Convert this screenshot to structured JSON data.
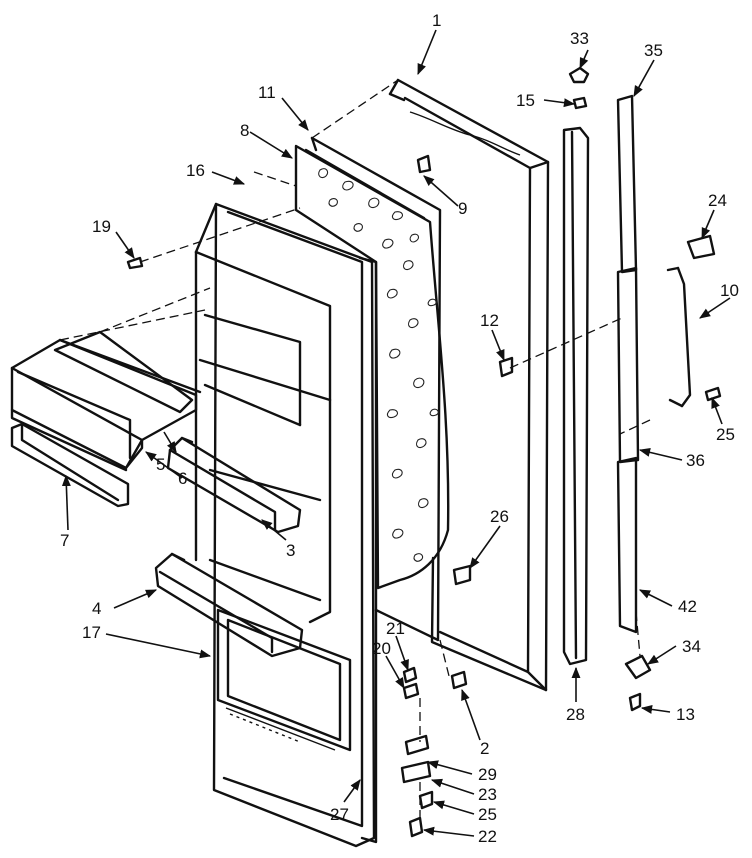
{
  "callouts": [
    {
      "id": "c1",
      "label": "1"
    },
    {
      "id": "c2",
      "label": "2"
    },
    {
      "id": "c3",
      "label": "3"
    },
    {
      "id": "c4",
      "label": "4"
    },
    {
      "id": "c5",
      "label": "5"
    },
    {
      "id": "c6",
      "label": "6"
    },
    {
      "id": "c7",
      "label": "7"
    },
    {
      "id": "c8",
      "label": "8"
    },
    {
      "id": "c9",
      "label": "9"
    },
    {
      "id": "c10",
      "label": "10"
    },
    {
      "id": "c11",
      "label": "11"
    },
    {
      "id": "c12",
      "label": "12"
    },
    {
      "id": "c13",
      "label": "13"
    },
    {
      "id": "c15",
      "label": "15"
    },
    {
      "id": "c16",
      "label": "16"
    },
    {
      "id": "c17",
      "label": "17"
    },
    {
      "id": "c19",
      "label": "19"
    },
    {
      "id": "c20",
      "label": "20"
    },
    {
      "id": "c21",
      "label": "21"
    },
    {
      "id": "c22",
      "label": "22"
    },
    {
      "id": "c23",
      "label": "23"
    },
    {
      "id": "c24",
      "label": "24"
    },
    {
      "id": "c25a",
      "label": "25"
    },
    {
      "id": "c25b",
      "label": "25"
    },
    {
      "id": "c26",
      "label": "26"
    },
    {
      "id": "c27",
      "label": "27"
    },
    {
      "id": "c28",
      "label": "28"
    },
    {
      "id": "c29",
      "label": "29"
    },
    {
      "id": "c33",
      "label": "33"
    },
    {
      "id": "c34",
      "label": "34"
    },
    {
      "id": "c35",
      "label": "35"
    },
    {
      "id": "c36",
      "label": "36"
    },
    {
      "id": "c42",
      "label": "42"
    }
  ]
}
